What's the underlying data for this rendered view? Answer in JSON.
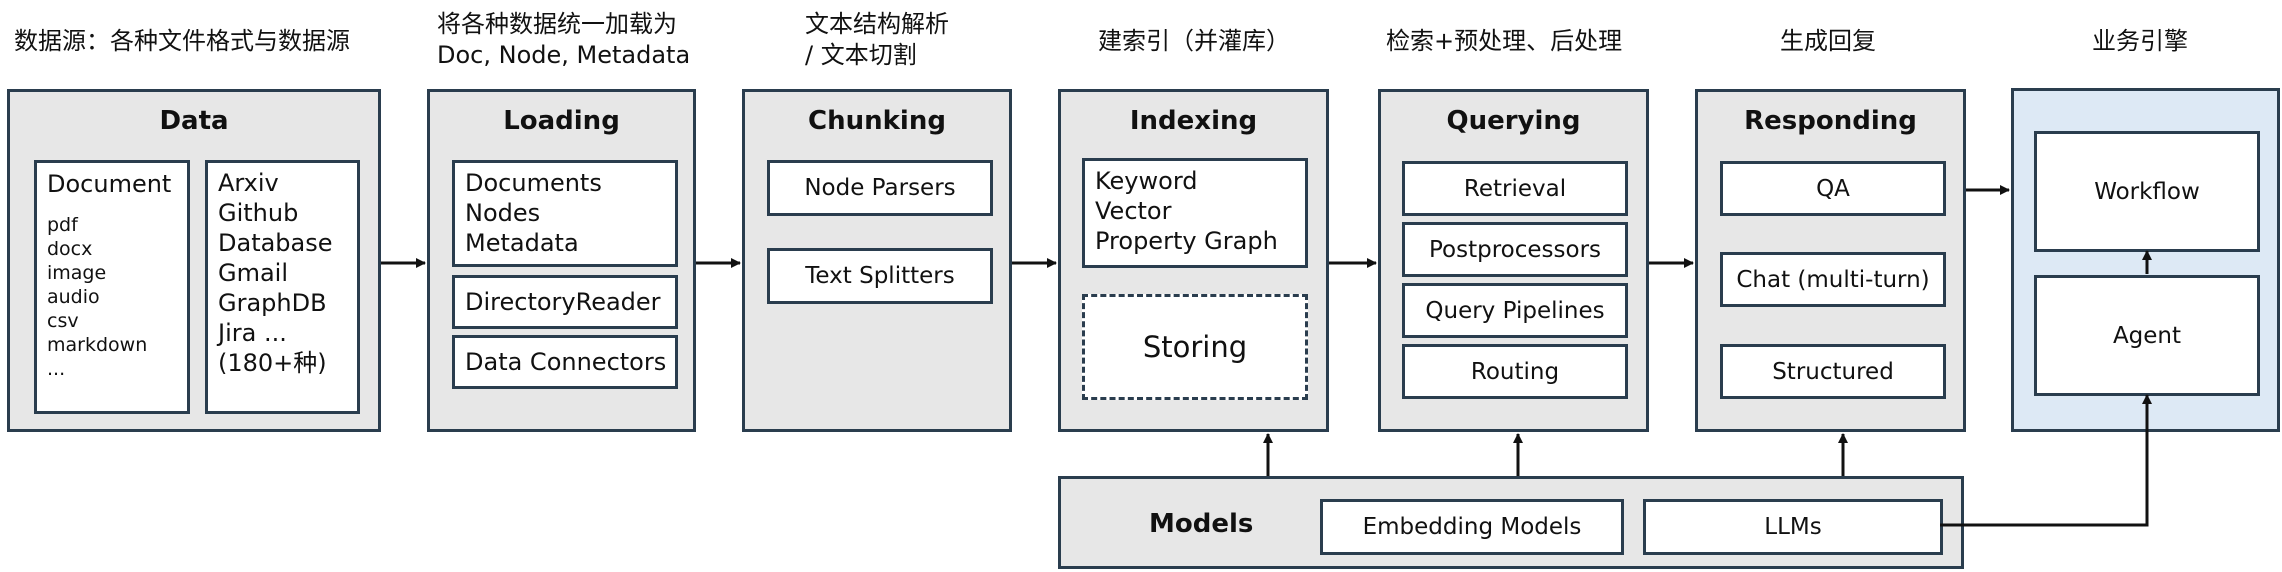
{
  "captions": {
    "data": "数据源：各种文件格式与数据源",
    "loading_1": "将各种数据统一加载为",
    "loading_2": "Doc, Node, Metadata",
    "chunking_1": "文本结构解析",
    "chunking_2": "/ 文本切割",
    "indexing": "建索引（并灌库）",
    "querying": "检索+预处理、后处理",
    "responding": "生成回复",
    "business": "业务引擎"
  },
  "stages": {
    "data": {
      "title": "Data",
      "document": {
        "heading": "Document",
        "formats": [
          "pdf",
          "docx",
          "image",
          "audio",
          "csv",
          "markdown",
          "..."
        ]
      },
      "sources": [
        "Arxiv",
        "Github",
        "Database",
        "Gmail",
        "GraphDB",
        "Jira ...",
        "(180+种)"
      ]
    },
    "loading": {
      "title": "Loading",
      "items": [
        "Documents",
        "Nodes",
        "Metadata"
      ],
      "directory_reader": "DirectoryReader",
      "data_connectors": "Data Connectors"
    },
    "chunking": {
      "title": "Chunking",
      "node_parsers": "Node Parsers",
      "text_splitters": "Text Splitters"
    },
    "indexing": {
      "title": "Indexing",
      "index_types": [
        "Keyword",
        "Vector",
        "Property Graph"
      ],
      "storing": "Storing"
    },
    "querying": {
      "title": "Querying",
      "items": [
        "Retrieval",
        "Postprocessors",
        "Query Pipelines",
        "Routing"
      ]
    },
    "responding": {
      "title": "Responding",
      "items": [
        "QA",
        "Chat (multi-turn)",
        "Structured"
      ]
    },
    "business": {
      "workflow": "Workflow",
      "agent": "Agent"
    }
  },
  "models": {
    "title": "Models",
    "embedding": "Embedding Models",
    "llms": "LLMs"
  },
  "colors": {
    "stage_fill": "#e7e7e7",
    "business_fill": "#dde9f5",
    "border": "#2a3d4e",
    "box_fill": "#ffffff"
  }
}
